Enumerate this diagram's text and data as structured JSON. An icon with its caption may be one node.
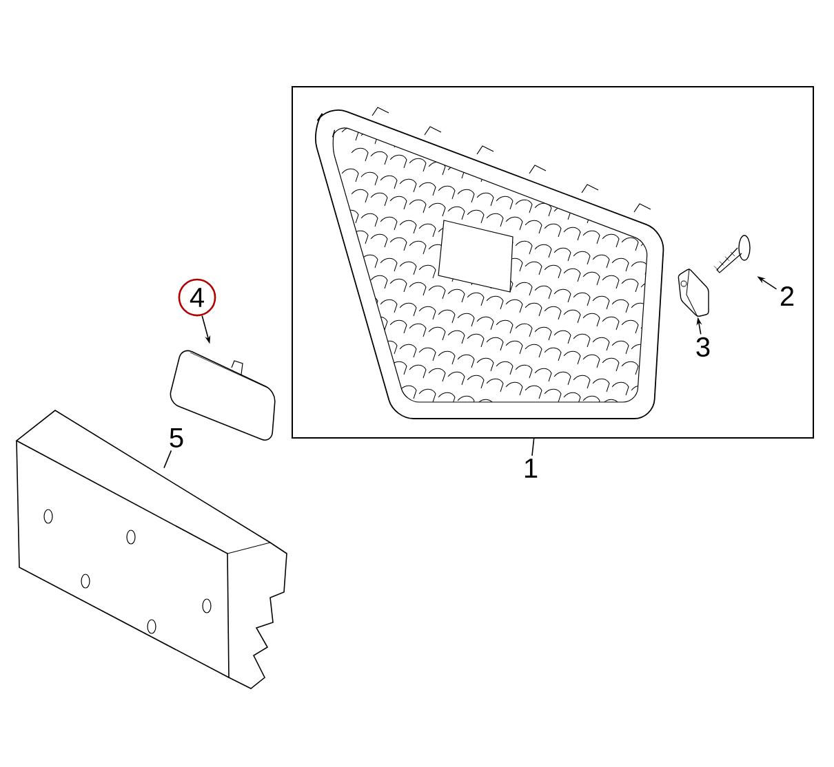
{
  "diagram": {
    "nodes": [
      {
        "text": [],
        "shape": "box"
      },
      {
        "text": [],
        "shape": "picture",
        "in": 0
      },
      {
        "text": [],
        "shape": "picture",
        "in": 0
      },
      {
        "text": [],
        "shape": "picture",
        "in": 0
      },
      {
        "text": [],
        "shape": "picture"
      },
      {
        "text": [],
        "shape": "picture"
      },
      {
        "text": [
          "1"
        ]
      },
      {
        "text": [
          "2"
        ],
        "in": 0
      },
      {
        "text": [
          "3"
        ],
        "in": 0
      },
      {
        "text": [
          "4"
        ]
      },
      {
        "text": [
          "5"
        ]
      }
    ],
    "edges": [
      {
        "from": 6,
        "to": 0,
        "arrow": "none"
      },
      {
        "from": 7,
        "to": 3,
        "arrow": "to"
      },
      {
        "from": 8,
        "to": 2,
        "arrow": "to"
      },
      {
        "from": 9,
        "to": 4,
        "arrow": "to"
      },
      {
        "from": 10,
        "to": 5,
        "arrow": "none"
      }
    ]
  }
}
